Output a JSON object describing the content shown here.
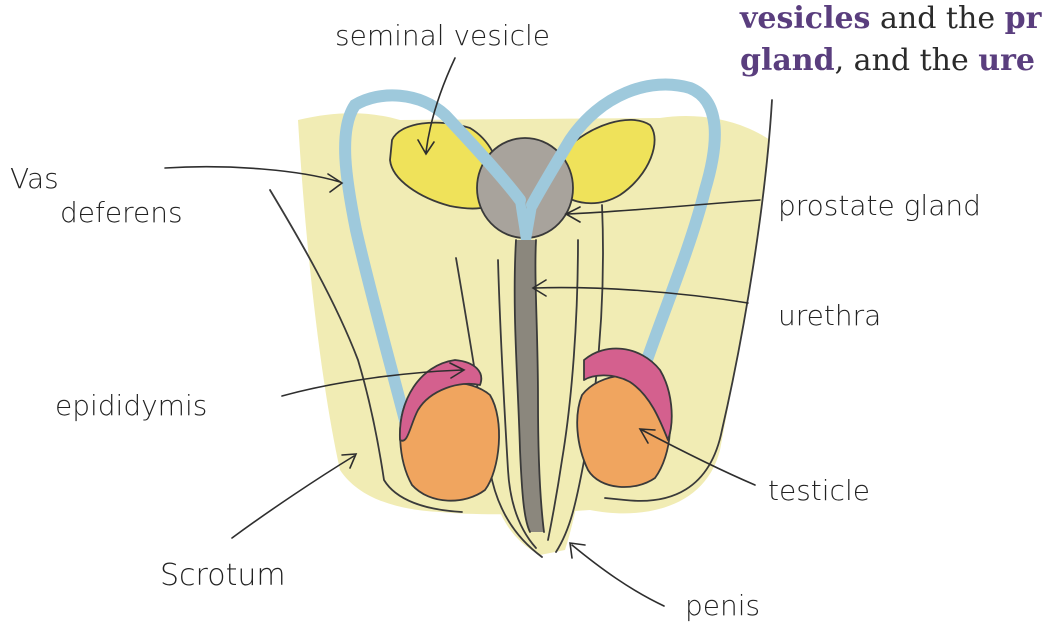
{
  "colors": {
    "scrotum_fill": "#f1ecb4",
    "vesicle_fill": "#efe25a",
    "prostate_fill": "#a8a39c",
    "vas_deferens_stroke": "#9ec9dc",
    "urethra_fill": "#8b877d",
    "epididymis_fill": "#d4608e",
    "testicle_fill": "#f0a55f",
    "keyword_color": "#5a3e7e"
  },
  "book_text": {
    "line1": [
      {
        "text": "vesicles",
        "bold": true
      },
      {
        "text": " and the ",
        "bold": false
      },
      {
        "text": "pr",
        "bold": true
      }
    ],
    "line2": [
      {
        "text": "gland",
        "bold": true
      },
      {
        "text": ", and the ",
        "bold": false
      },
      {
        "text": "ure",
        "bold": true
      }
    ]
  },
  "labels": {
    "seminal_vesicle": "seminal vesicle",
    "vas_line1": "Vas",
    "vas_line2": "deferens",
    "prostate_gland": "prostate gland",
    "urethra": "urethra",
    "epididymis": "epididymis",
    "testicle": "testicle",
    "scrotum": "Scrotum",
    "penis": "penis"
  }
}
